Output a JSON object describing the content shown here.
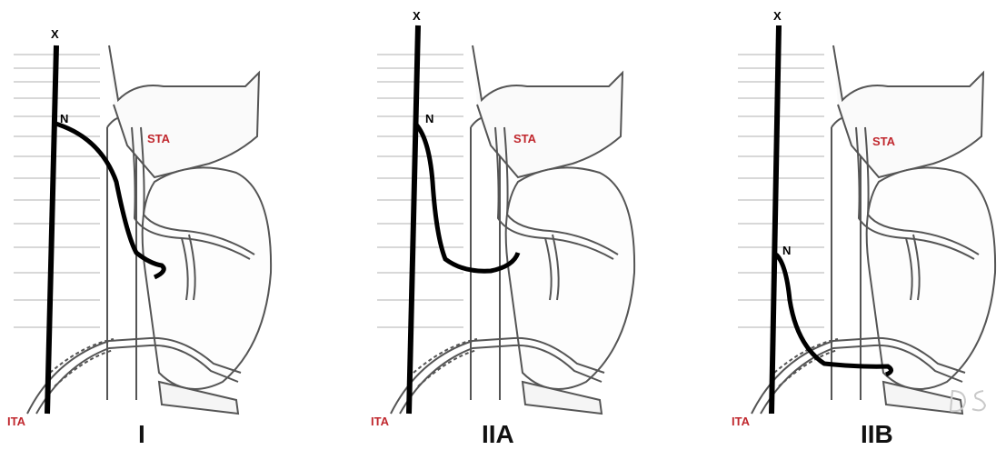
{
  "labels": {
    "x": "X",
    "n": "N",
    "sta": "STA",
    "ita": "ITA"
  },
  "panels": [
    {
      "type": "I"
    },
    {
      "type": "IIA"
    },
    {
      "type": "IIB"
    }
  ],
  "colors": {
    "artery_label": "#c0272d",
    "nerve": "#000000",
    "outline": "#555555"
  }
}
